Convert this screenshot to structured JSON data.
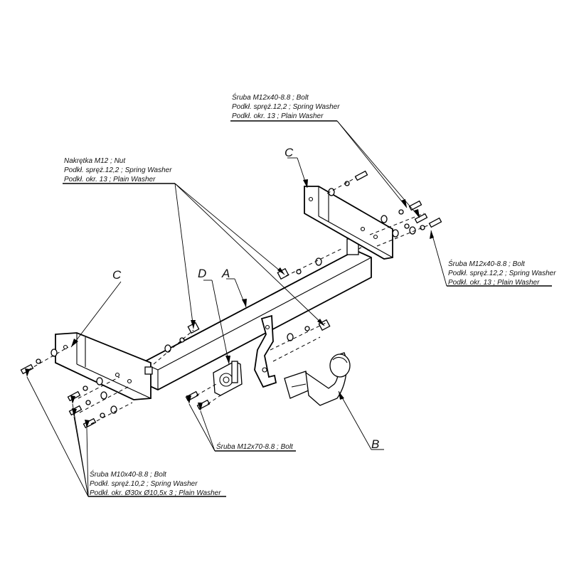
{
  "callouts": {
    "top_bolt": {
      "line1": "Śruba M12x40-8.8 ;  Bolt",
      "line2": "Podkł. spręż.12,2 ; Spring Washer",
      "line3": "Podkł. okr. 13 ; Plain Washer"
    },
    "nut": {
      "line1": "Nakrętka  M12 ; Nut",
      "line2": "Podkł. spręż.12,2 ; Spring Washer",
      "line3": "Podkł. okr. 13 ; Plain Washer"
    },
    "right_bolt": {
      "line1": "Śruba M12x40-8.8 ;  Bolt",
      "line2": "Podkł. spręż.12,2 ; Spring Washer",
      "line3": "Podkł. okr. 13 ; Plain Washer"
    },
    "ball_bolt": {
      "line1": "Śruba M12x70-8.8 ;  Bolt"
    },
    "left_bolt": {
      "line1": "Śruba M10x40-8.8 ;  Bolt",
      "line2": "Podkł. spręż.10,2 ; Spring Washer",
      "line3": "Podkł. okr.  Ø30x Ø10,5x 3 ; Plain Washer"
    }
  },
  "labels": {
    "A": "A",
    "B": "B",
    "C_left": "C",
    "C_right": "C",
    "D": "D"
  }
}
